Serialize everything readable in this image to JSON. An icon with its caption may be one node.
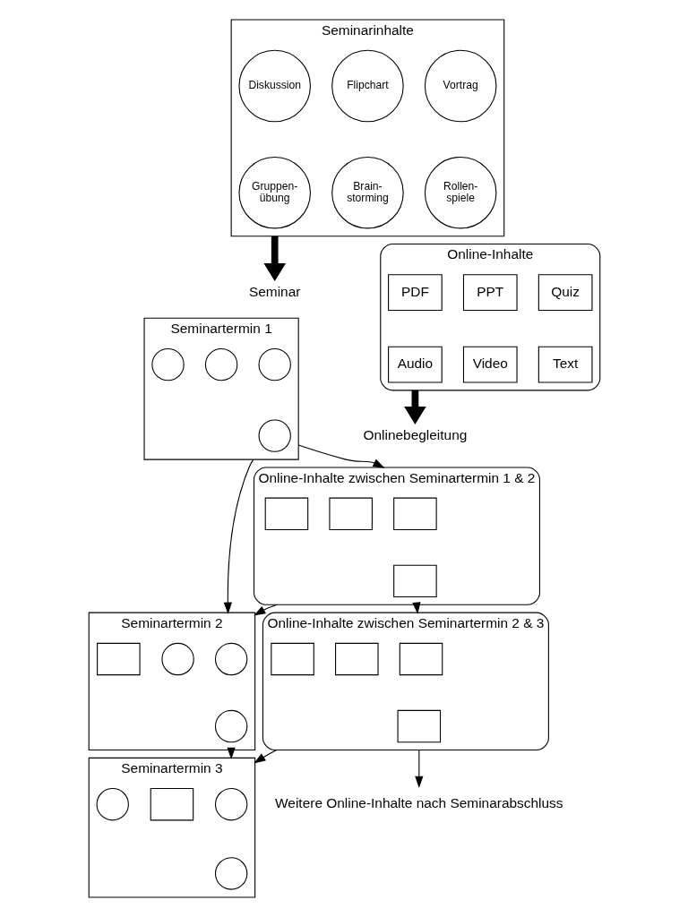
{
  "diagram": {
    "nodes": [
      {
        "text": [
          "Seminarinhalte"
        ]
      },
      {
        "text": [
          "Vortrag"
        ],
        "in": 0
      },
      {
        "text": [
          "Flipchart"
        ],
        "in": 0
      },
      {
        "text": [
          "Diskussion"
        ],
        "in": 0
      },
      {
        "text": [
          "Rollen- spiele"
        ],
        "in": 0
      },
      {
        "text": [
          "Brain- storming"
        ],
        "in": 0
      },
      {
        "text": [
          "Gruppen- übung"
        ],
        "in": 0
      },
      {
        "text": [
          "Online-Inhalte"
        ]
      },
      {
        "text": [
          "Quiz"
        ],
        "in": 7
      },
      {
        "text": [
          "PPT"
        ],
        "in": 7
      },
      {
        "text": [
          "PDF"
        ],
        "in": 7
      },
      {
        "text": [
          "Text"
        ],
        "in": 7
      },
      {
        "text": [
          "Video"
        ],
        "in": 7
      },
      {
        "text": [
          "Audio"
        ],
        "in": 7
      },
      {
        "text": [
          "Seminar"
        ]
      },
      {
        "text": [
          "Onlinebegleitung"
        ]
      },
      {
        "text": [
          "Seminartermin 1"
        ]
      },
      {
        "text": [],
        "shape": "circle",
        "in": 16
      },
      {
        "text": [],
        "shape": "circle",
        "in": 16
      },
      {
        "text": [],
        "shape": "circle",
        "in": 16
      },
      {
        "text": [],
        "shape": "circle",
        "in": 16
      },
      {
        "text": [
          "Online-Inhalte zwischen Seminartermin 1 & 2"
        ]
      },
      {
        "text": [],
        "shape": "box",
        "in": 21
      },
      {
        "text": [],
        "shape": "box",
        "in": 21
      },
      {
        "text": [],
        "shape": "box",
        "in": 21
      },
      {
        "text": [],
        "shape": "box",
        "in": 21
      },
      {
        "text": [
          "Seminartermin 2"
        ]
      },
      {
        "text": [],
        "shape": "circle",
        "in": 26
      },
      {
        "text": [],
        "shape": "circle",
        "in": 26
      },
      {
        "text": [],
        "shape": "box",
        "in": 26
      },
      {
        "text": [],
        "shape": "circle",
        "in": 26
      },
      {
        "text": [
          "Online-Inhalte zwischen Seminartermin 2 & 3"
        ]
      },
      {
        "text": [],
        "shape": "box",
        "in": 31
      },
      {
        "text": [],
        "shape": "box",
        "in": 31
      },
      {
        "text": [],
        "shape": "box",
        "in": 31
      },
      {
        "text": [],
        "shape": "box",
        "in": 31
      },
      {
        "text": [
          "Seminartermin 3"
        ]
      },
      {
        "text": [],
        "shape": "circle",
        "in": 36
      },
      {
        "text": [],
        "shape": "box",
        "in": 36
      },
      {
        "text": [],
        "shape": "circle",
        "in": 36
      },
      {
        "text": [],
        "shape": "circle",
        "in": 36
      },
      {
        "text": [
          "Weitere Online-Inhalte nach Seminarabschluss"
        ]
      }
    ],
    "edges": [
      {
        "from": 0,
        "to": 14,
        "arrow": "to",
        "style": "thick"
      },
      {
        "from": 7,
        "to": 15,
        "arrow": "to",
        "style": "thick"
      },
      {
        "from": 16,
        "to": 21,
        "arrow": "to"
      },
      {
        "from": 16,
        "to": 26,
        "arrow": "to"
      },
      {
        "from": 21,
        "to": 26,
        "arrow": "to"
      },
      {
        "from": 21,
        "to": 31,
        "arrow": "to"
      },
      {
        "from": 26,
        "to": 36,
        "arrow": "to"
      },
      {
        "from": 31,
        "to": 36,
        "arrow": "to"
      },
      {
        "from": 31,
        "to": 41,
        "arrow": "to"
      }
    ]
  }
}
